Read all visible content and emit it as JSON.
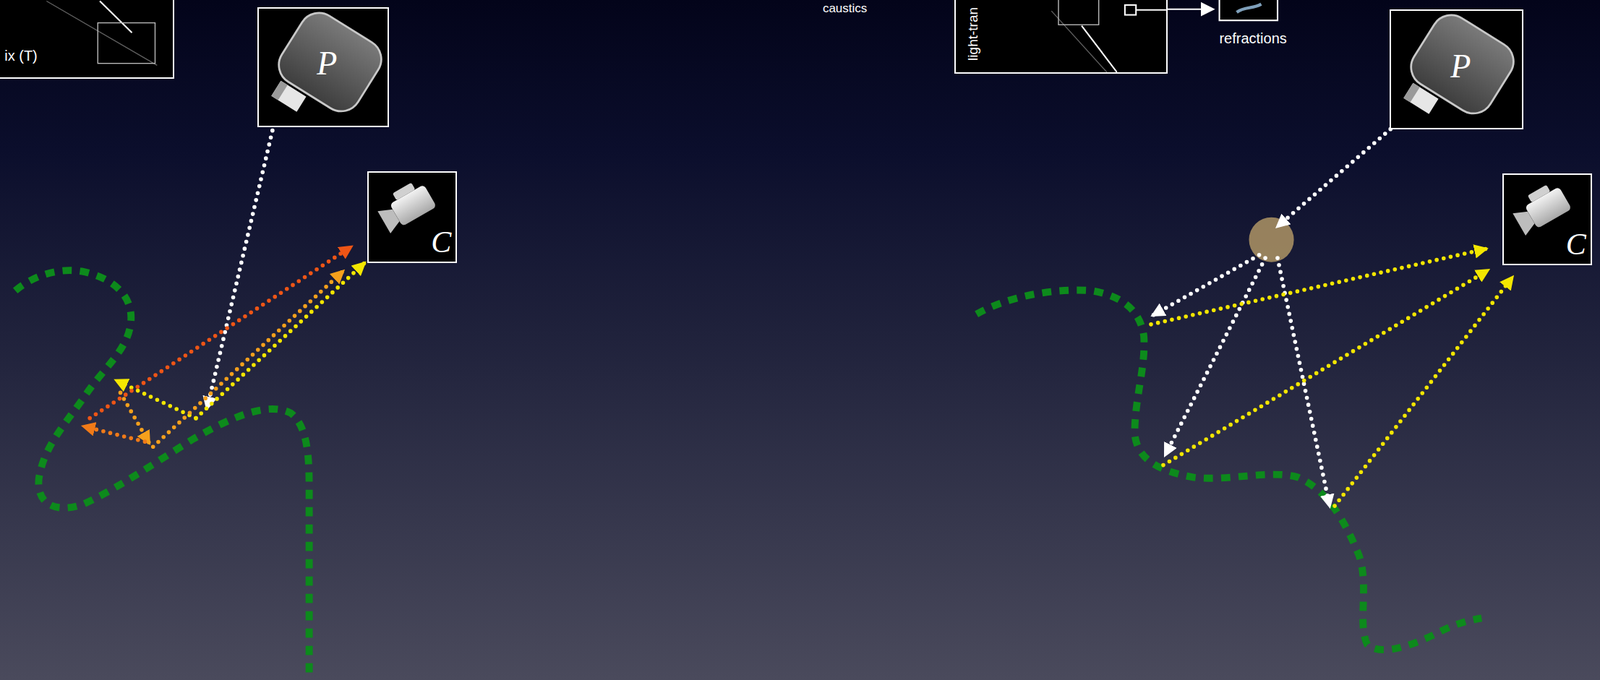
{
  "diagram": {
    "nodes": [
      {
        "text": [
          "ix (T)"
        ]
      },
      {
        "text": [
          "P"
        ]
      },
      {
        "text": [
          "C"
        ]
      },
      {
        "text": [
          "light-tran"
        ]
      },
      {
        "text": [
          "P"
        ]
      },
      {
        "text": [
          "C"
        ]
      }
    ],
    "labels": [
      "caustics",
      "refractions"
    ]
  }
}
